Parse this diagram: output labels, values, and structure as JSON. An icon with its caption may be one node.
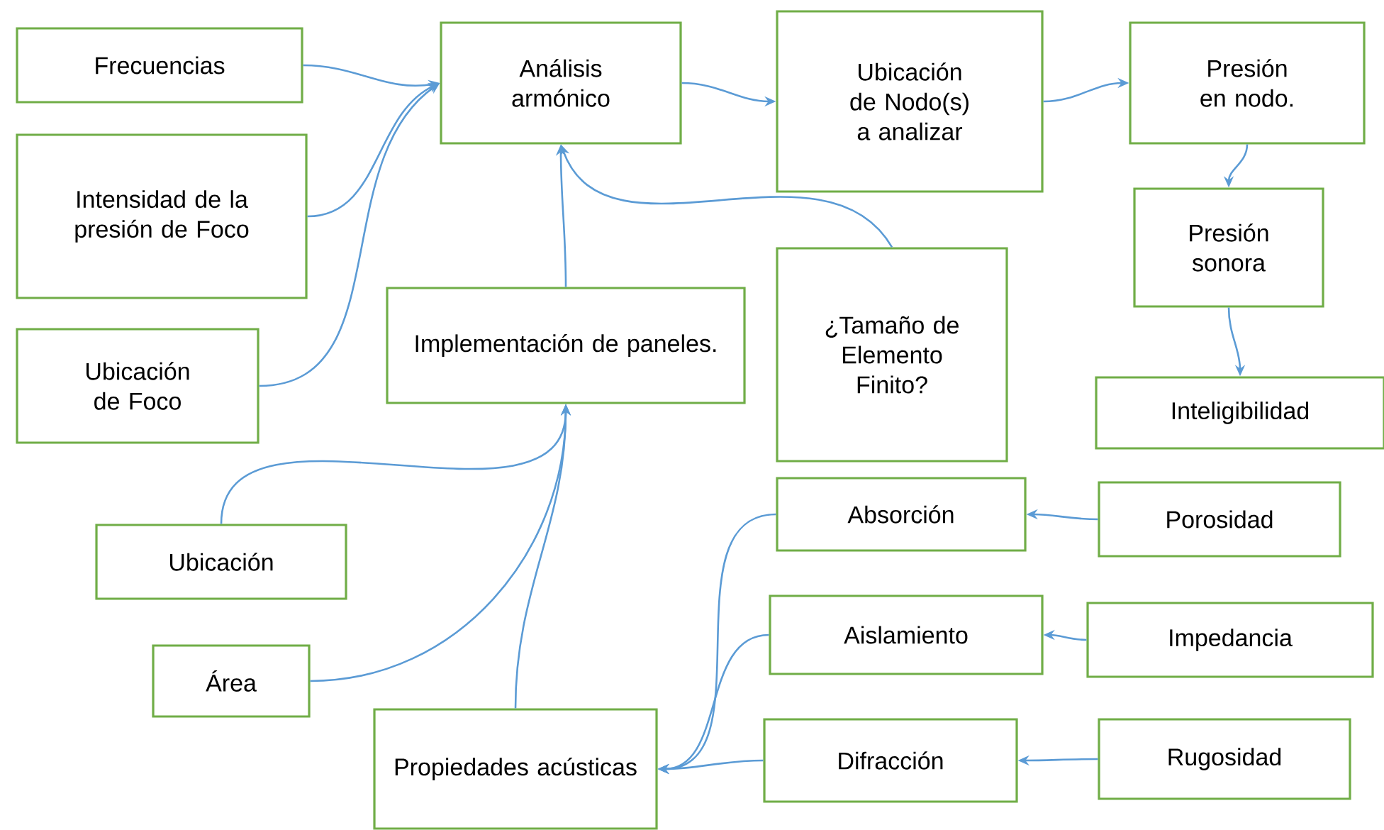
{
  "diagram": {
    "nodes": [
      {
        "text": [
          "Frecuencias"
        ]
      },
      {
        "text": [
          "Intensidad de la presión de Foco"
        ]
      },
      {
        "text": [
          "Ubicación de Foco"
        ]
      },
      {
        "text": [
          "Análisis armónico"
        ]
      },
      {
        "text": [
          "Ubicación de Nodo(s) a analizar"
        ]
      },
      {
        "text": [
          "Presión en nodo."
        ]
      },
      {
        "text": [
          "Presión sonora"
        ]
      },
      {
        "text": [
          "Inteligibilidad"
        ]
      },
      {
        "text": [
          "Implementación de paneles."
        ]
      },
      {
        "text": [
          "¿Tamaño de Elemento Finito?"
        ]
      },
      {
        "text": [
          "Ubicación"
        ]
      },
      {
        "text": [
          "Área"
        ]
      },
      {
        "text": [
          "Propiedades acústicas"
        ]
      },
      {
        "text": [
          "Absorción"
        ]
      },
      {
        "text": [
          "Porosidad"
        ]
      },
      {
        "text": [
          "Aislamiento"
        ]
      },
      {
        "text": [
          "Impedancia"
        ]
      },
      {
        "text": [
          "Difracción"
        ]
      },
      {
        "text": [
          "Rugosidad"
        ]
      }
    ],
    "edges": [
      {
        "from": 0,
        "to": 3,
        "arrow": "to"
      },
      {
        "from": 1,
        "to": 3,
        "arrow": "to"
      },
      {
        "from": 2,
        "to": 3,
        "arrow": "to"
      },
      {
        "from": 3,
        "to": 4,
        "arrow": "to"
      },
      {
        "from": 4,
        "to": 5,
        "arrow": "to"
      },
      {
        "from": 5,
        "to": 6,
        "arrow": "to"
      },
      {
        "from": 6,
        "to": 7,
        "arrow": "to"
      },
      {
        "from": 8,
        "to": 3,
        "arrow": "to"
      },
      {
        "from": 9,
        "to": 3,
        "arrow": "to"
      },
      {
        "from": 10,
        "to": 8,
        "arrow": "to"
      },
      {
        "from": 11,
        "to": 8,
        "arrow": "to"
      },
      {
        "from": 12,
        "to": 8,
        "arrow": "to"
      },
      {
        "from": 14,
        "to": 13,
        "arrow": "to"
      },
      {
        "from": 16,
        "to": 15,
        "arrow": "to"
      },
      {
        "from": 18,
        "to": 17,
        "arrow": "to"
      },
      {
        "from": 13,
        "to": 12,
        "arrow": "to"
      },
      {
        "from": 15,
        "to": 12,
        "arrow": "to"
      },
      {
        "from": 17,
        "to": 12,
        "arrow": "to"
      }
    ]
  }
}
